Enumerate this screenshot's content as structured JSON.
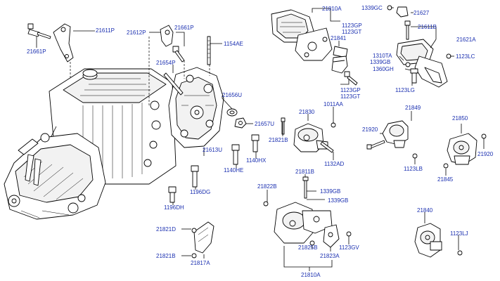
{
  "diagram": {
    "line_color": "#000000",
    "label_color": "#1a2fb0",
    "background": "#ffffff",
    "labels": {
      "l21611P": "21611P",
      "l21661P_a": "21661P",
      "l21612P": "21612P",
      "l21661P_b": "21661P",
      "l1154AE": "1154AE",
      "l21654P": "21654P",
      "l21656U": "21656U",
      "l21657U": "21657U",
      "l21613U": "21613U",
      "l1140HX": "1140HX",
      "l1140HE": "1140HE",
      "l1196DG": "1196DG",
      "l1196DH": "1196DH",
      "l21810A_top": "21810A",
      "l1123GP_a": "1123GP",
      "l1123GT_a": "1123GT",
      "l21841": "21841",
      "l1123GP_b": "1123GP",
      "l1123GT_b": "1123GT",
      "l1339GC": "1339GC",
      "l21627": "21627",
      "l21611B": "21611B",
      "l21621A": "21621A",
      "l1310TA": "1310TA",
      "l1339GB_top": "1339GB",
      "l1360GH": "1360GH",
      "l1123LC": "1123LC",
      "l1123LG": "1123LG",
      "l1011AA": "1011AA",
      "l21830": "21830",
      "l21821B_mid": "21821B",
      "l1132AD": "1132AD",
      "l21849": "21849",
      "l21920_a": "21920",
      "l1123LB": "1123LB",
      "l21850": "21850",
      "l21920_b": "21920",
      "l21845": "21845",
      "l21811B": "21811B",
      "l21822B": "21822B",
      "l1339GB_a": "1339GB",
      "l1339GB_b": "1339GB",
      "l21825B": "21825B",
      "l21823A": "21823A",
      "l1123GV": "1123GV",
      "l21810A_bot": "21810A",
      "l21821D": "21821D",
      "l21821B_low": "21821B",
      "l21817A": "21817A",
      "l21840": "21840",
      "l1123LJ": "1123LJ"
    }
  }
}
